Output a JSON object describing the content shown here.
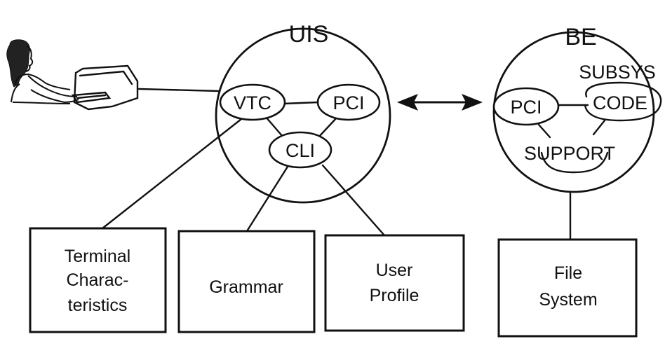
{
  "modules": {
    "uis": {
      "title": "UIS"
    },
    "be": {
      "title": "BE"
    }
  },
  "nodes": {
    "vtc": "VTC",
    "pci_uis": "PCI",
    "cli": "CLI",
    "pci_be": "PCI",
    "subsys_code": [
      "SUBSYS",
      "CODE"
    ],
    "support": "SUPPORT"
  },
  "boxes": {
    "terminal": [
      "Terminal",
      "Charac-",
      "teristics"
    ],
    "grammar": [
      "Grammar"
    ],
    "user_profile": [
      "User",
      "Profile"
    ],
    "file_system": [
      "File",
      "System"
    ]
  }
}
